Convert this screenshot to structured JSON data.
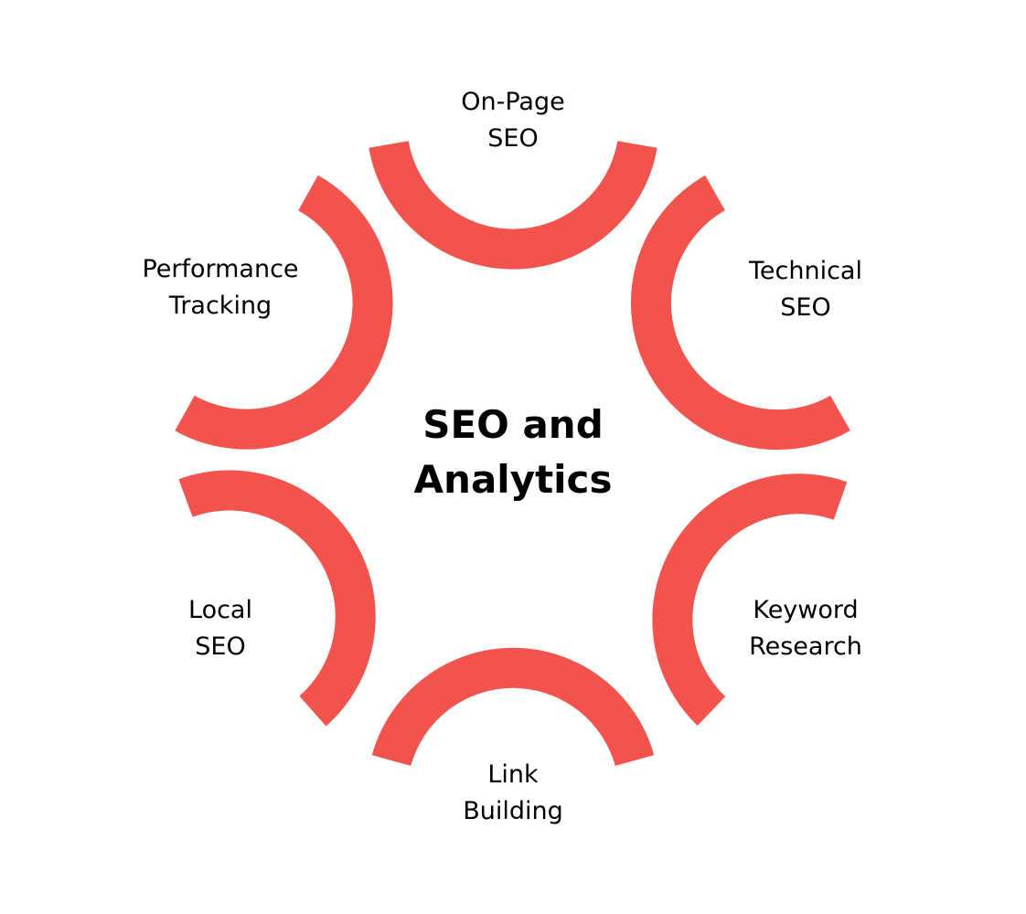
{
  "center": {
    "line1": "SEO and",
    "line2": "Analytics"
  },
  "accent_color": "#f2544d",
  "nodes": [
    {
      "id": "on-page-seo",
      "line1": "On-Page",
      "line2": "SEO"
    },
    {
      "id": "technical-seo",
      "line1": "Technical",
      "line2": "SEO"
    },
    {
      "id": "keyword-research",
      "line1": "Keyword",
      "line2": "Research"
    },
    {
      "id": "link-building",
      "line1": "Link",
      "line2": "Building"
    },
    {
      "id": "local-seo",
      "line1": "Local",
      "line2": "SEO"
    },
    {
      "id": "performance-tracking",
      "line1": "Performance",
      "line2": "Tracking"
    }
  ]
}
